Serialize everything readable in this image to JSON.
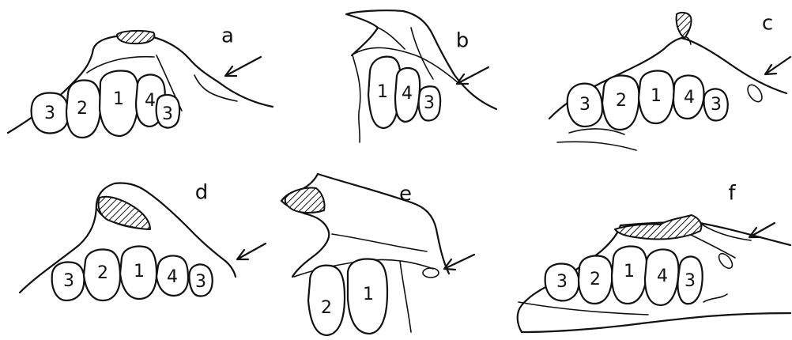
{
  "colors": {
    "ink": "#111111",
    "background": "#ffffff"
  },
  "panels": [
    {
      "label": "a",
      "teeth": [
        "3",
        "2",
        "1",
        "4",
        "3"
      ]
    },
    {
      "label": "b",
      "teeth": [
        "1",
        "4",
        "3"
      ]
    },
    {
      "label": "c",
      "teeth": [
        "3",
        "2",
        "1",
        "4",
        "3"
      ]
    },
    {
      "label": "d",
      "teeth": [
        "3",
        "2",
        "1",
        "4",
        "3"
      ]
    },
    {
      "label": "e",
      "teeth": [
        "2",
        "1"
      ]
    },
    {
      "label": "f",
      "teeth": [
        "3",
        "2",
        "1",
        "4",
        "3"
      ]
    }
  ],
  "icons": {
    "arrow": "arrow-icon",
    "hatched_area": "hatched-area"
  }
}
